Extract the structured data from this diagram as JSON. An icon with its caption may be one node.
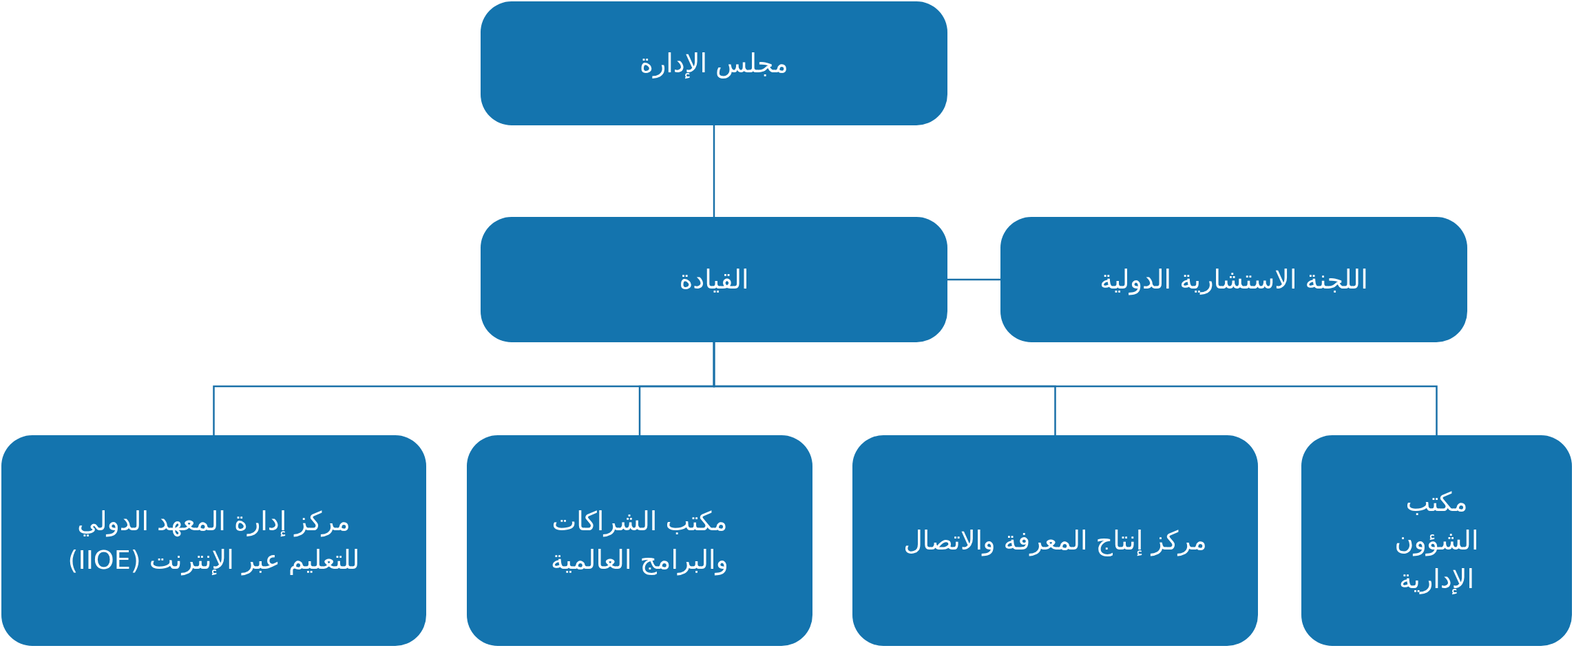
{
  "diagram": {
    "nodes": [
      {
        "text": [
          "مجلس الإدارة"
        ]
      },
      {
        "text": [
          "القيادة"
        ]
      },
      {
        "text": [
          "اللجنة الاستشارية الدولية"
        ]
      },
      {
        "text": [
          "مكتب الشؤون الإدارية"
        ]
      },
      {
        "text": [
          "مركز إنتاج المعرفة والاتصال"
        ]
      },
      {
        "text": [
          "مكتب الشراكات والبرامج العالمية"
        ]
      },
      {
        "text": [
          "مركز إدارة المعهد الدولي للتعليم عبر الإنترنت (IIOE)"
        ]
      }
    ],
    "edges": [
      {
        "from": 0,
        "to": 1,
        "arrow": "none"
      },
      {
        "from": 2,
        "to": 1,
        "arrow": "none"
      },
      {
        "from": 1,
        "to": 3,
        "arrow": "none"
      },
      {
        "from": 1,
        "to": 4,
        "arrow": "none"
      },
      {
        "from": 1,
        "to": 5,
        "arrow": "none"
      },
      {
        "from": 1,
        "to": 6,
        "arrow": "none"
      }
    ]
  }
}
